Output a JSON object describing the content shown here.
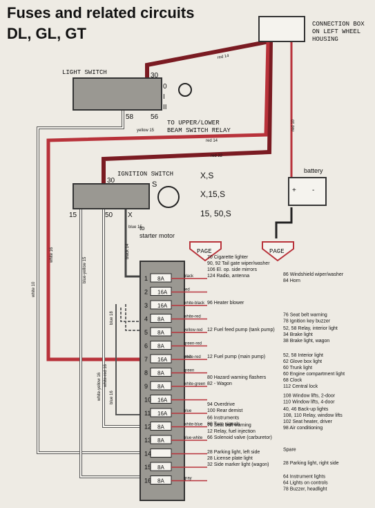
{
  "title_line1": "Fuses and related circuits",
  "title_line2": "DL, GL, GT",
  "connection_box_label": [
    "CONNECTION BOX",
    "ON LEFT WHEEL",
    "HOUSING"
  ],
  "light_switch": {
    "label": "LIGHT SWITCH",
    "terminals": [
      "30",
      "58",
      "56"
    ],
    "note": [
      "TO UPPER/LOWER",
      "BEAM SWITCH RELAY"
    ],
    "switch_positions": [
      "0",
      "I",
      "II"
    ]
  },
  "ignition_switch": {
    "label": "IGNITION SWITCH",
    "terminals": [
      "30",
      "15",
      "50",
      "X"
    ],
    "positions": [
      "X,S",
      "X,15,S",
      "15, 50,S"
    ],
    "key_label": "S",
    "starter_note": [
      "to",
      "starter motor"
    ]
  },
  "battery": {
    "label": "battery",
    "plus": "+",
    "minus": "-"
  },
  "wire_labels": {
    "red14_top": "red 14",
    "red14_mid": "red 14",
    "red22": "red 22",
    "red10": "red 10",
    "yellow15": "yellow 15",
    "black14": "black 14",
    "blue15": "blue 15",
    "white16": "white 16",
    "blueyellow15": "blue-yellow 15",
    "white10": "white 10",
    "blue18": "blue 18",
    "whiteyellow16": "white-yellow 16",
    "blue16": "blue 16",
    "whitered16": "white-red 16",
    "red": "red"
  },
  "page_label": "PAGE",
  "fuses": [
    {
      "num": "1",
      "amp": "8A",
      "wire": "black",
      "left": [
        "70 Cigarette lighter",
        "90, 92 Tail gate wiper/washer",
        "106 El. op. side mirrors",
        "124 Radio, antenna"
      ],
      "right": [
        "86 Windshield wiper/washer",
        "84 Horn"
      ]
    },
    {
      "num": "2",
      "amp": "16A",
      "wire": "red",
      "left": [],
      "right": []
    },
    {
      "num": "3",
      "amp": "16A",
      "wire": "white-black",
      "left": [
        "96 Heater blower"
      ],
      "right": []
    },
    {
      "num": "4",
      "amp": "8A",
      "wire": "white-red",
      "left": [],
      "right": [
        "76 Seat belt warning",
        "78 Ignition key buzzer"
      ]
    },
    {
      "num": "5",
      "amp": "8A",
      "wire": "yellow-red",
      "left": [
        "12 Fuel feed pump (tank pump)"
      ],
      "right": [
        "52, 58 Relay, interior light",
        "34 Brake light",
        "38 Brake light, wagon"
      ]
    },
    {
      "num": "6",
      "amp": "8A",
      "wire": "green-red",
      "left": [],
      "right": []
    },
    {
      "num": "7",
      "amp": "16A",
      "wire": "white-red",
      "left": [
        "12 Fuel pump (main pump)"
      ],
      "right": [
        "52, 58 Interior light",
        "62 Glove box light",
        "60 Trunk light",
        "60 Engine compartment light",
        "68 Clock",
        "112 Central lock"
      ]
    },
    {
      "num": "8",
      "amp": "8A",
      "wire": "green",
      "left": [],
      "right": []
    },
    {
      "num": "9",
      "amp": "8A",
      "wire": "white-green",
      "left": [
        "80 Hazard warning flashers",
        "82 - Wagon"
      ],
      "right": []
    },
    {
      "num": "10",
      "amp": "16A",
      "wire": "",
      "left": [],
      "right": [
        "108 Window lifts, 2-door",
        "110 Window lifts, 4-door"
      ]
    },
    {
      "num": "11",
      "amp": "16A",
      "wire": "blue",
      "left": [
        "94 Overdrive",
        "100 Rear demist"
      ],
      "right": [
        "40, 46 Back-up lights",
        "108, 110 Relay, window lifts",
        "102 Seat heater, driver",
        "98 Air conditioning"
      ]
    },
    {
      "num": "12",
      "amp": "8A",
      "wire": "white-blue",
      "left": [
        "66 Instruments",
        "80 Turn signals"
      ],
      "right": []
    },
    {
      "num": "13",
      "amp": "8A",
      "wire": "blue-white",
      "left": [
        "76 Seat belt warning",
        "12 Relay, fuel injection",
        "66 Solenoid valve (carburetor)"
      ],
      "right": []
    },
    {
      "num": "14",
      "amp": "",
      "wire": "",
      "left": [],
      "right": [
        "Spare"
      ]
    },
    {
      "num": "15",
      "amp": "8A",
      "wire": "",
      "left": [
        "28 Parking light, left side",
        "28 License plate light",
        "32 Side marker light (wagon)"
      ],
      "right": [
        "28 Parking light, right side"
      ]
    },
    {
      "num": "16",
      "amp": "8A",
      "wire": "gray",
      "left": [],
      "right": [
        "64 Instrument lights",
        "64 Lights on controls",
        "78 Buzzer, headlight"
      ]
    }
  ]
}
